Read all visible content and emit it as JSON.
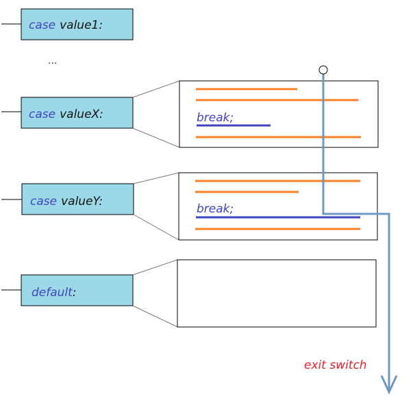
{
  "colors": {
    "case_fill": "#9cd9e8",
    "keyword": "#3f45c0",
    "code_line": "#fa8028",
    "break_line": "#3f45c0",
    "flow": "#7097c3",
    "exit_label": "#e8202a"
  },
  "cases": [
    {
      "keyword": "case",
      "value": "value1:",
      "has_body": false
    },
    {
      "keyword": "case",
      "value": "valueX:",
      "has_body": true
    },
    {
      "keyword": "case",
      "value": "valueY:",
      "has_body": true
    },
    {
      "keyword": "default",
      "value": ":",
      "has_body": true
    }
  ],
  "ellipsis": "...",
  "bodies": {
    "valueX": {
      "break_label": "break;"
    },
    "valueY": {
      "break_label": "break;"
    }
  },
  "exit_label": "exit switch"
}
